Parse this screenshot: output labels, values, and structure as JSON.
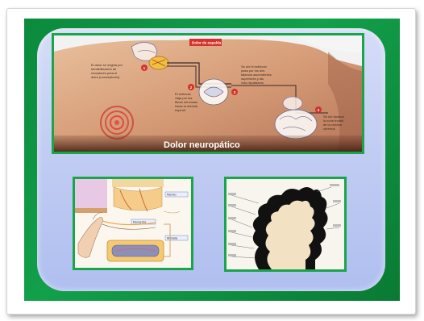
{
  "slide": {
    "top_image": {
      "caption": "Dolor neuropático",
      "tag": "Dolor de espalda",
      "step_numbers": [
        "1",
        "2",
        "3",
        "4"
      ],
      "label_lines": [
        [
          "El dolor se origina por",
          "sensibilización de",
          "receptores para el",
          "dolor (nociceptores)"
        ],
        [
          "El estímulo",
          "viaja por las",
          "fibras nerviosas",
          "hacia la médula",
          "espinal"
        ],
        [
          "Se ubi el estímulo",
          "pasa por los dos",
          "tálamos ascendentes",
          "superiores y las",
          "vías hipotálamo"
        ],
        [
          "Se ubi alcanzo",
          "la zona frontal",
          "de la corteza",
          "cerebral"
        ]
      ]
    },
    "bottom_left_image": {
      "labels": [
        "Receptor",
        "Nervio",
        "Médula"
      ]
    },
    "bottom_right_image": {}
  },
  "colors": {
    "green": "#12a04a",
    "border_green": "#19a64a",
    "lavender": "#c2cdf3",
    "skin": "#d8a37e"
  }
}
